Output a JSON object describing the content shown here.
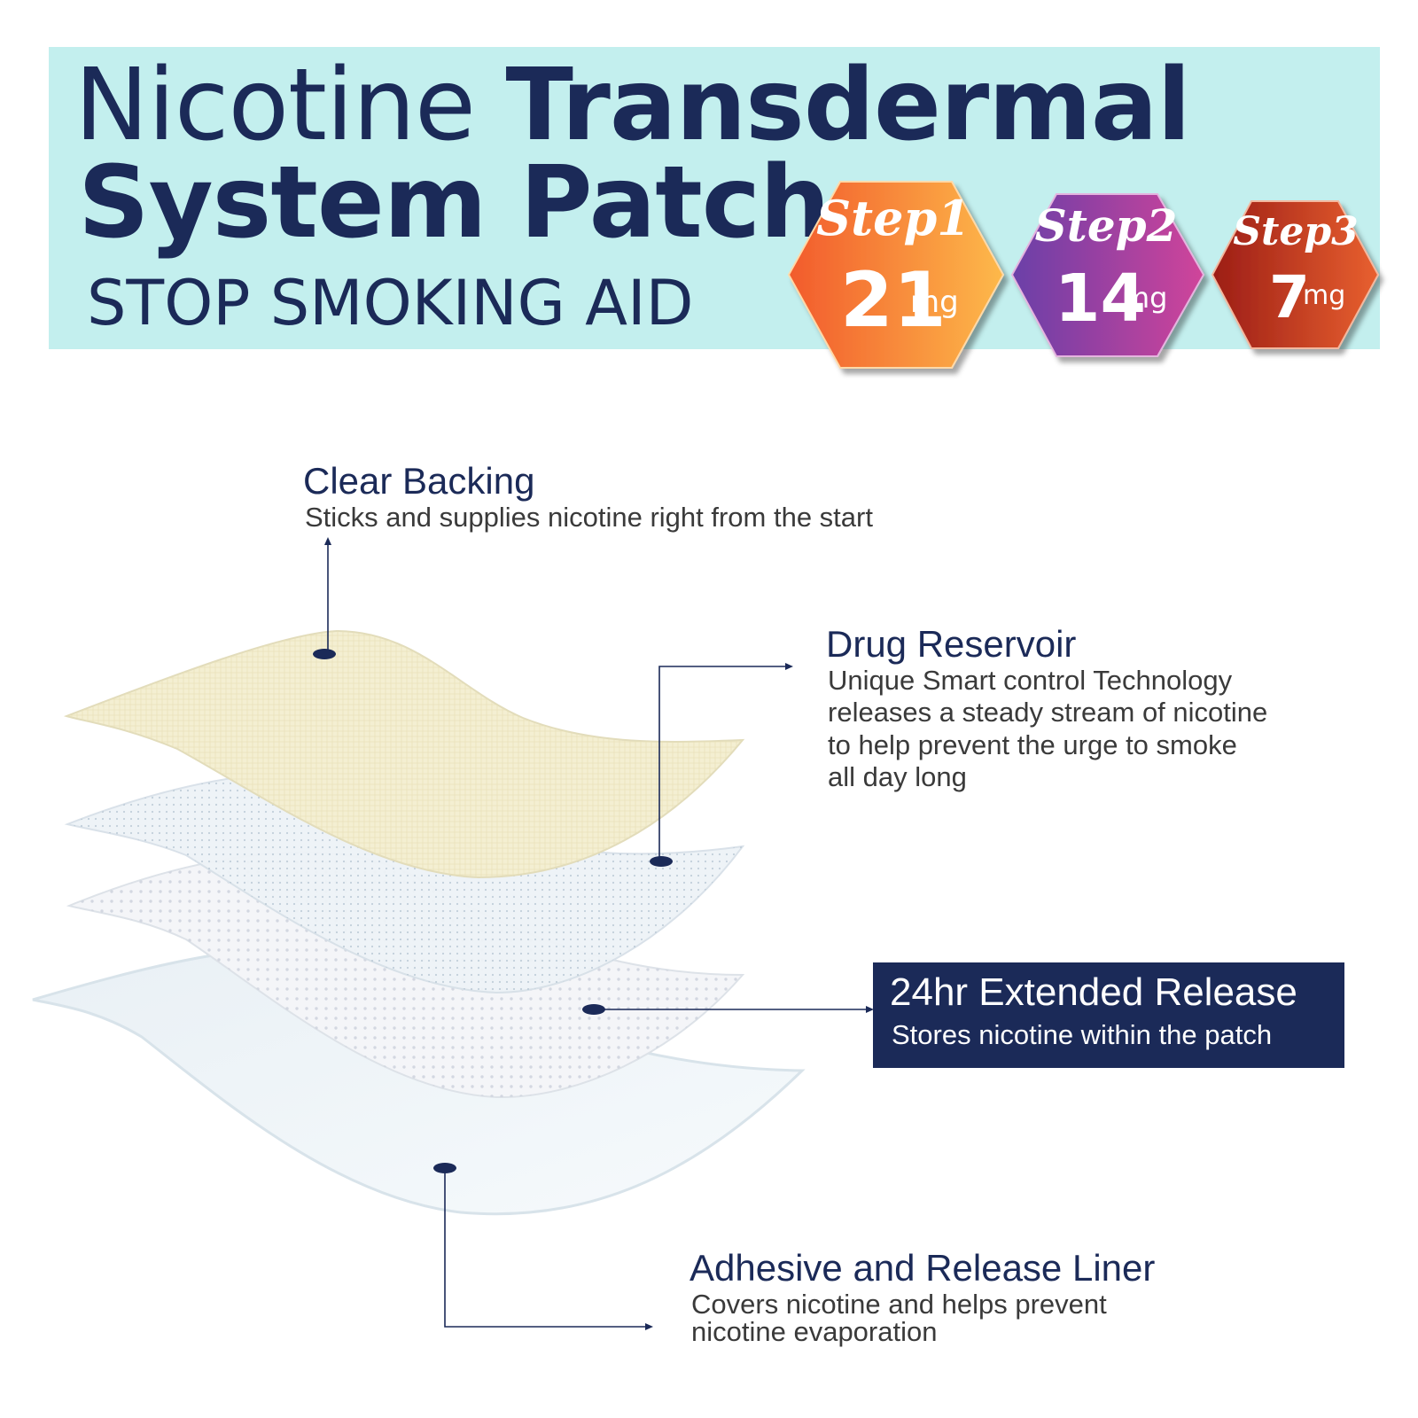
{
  "header": {
    "title_light": "Nicotine",
    "title_bold": "Transdermal",
    "title_line2": "System Patch",
    "subtitle": "STOP SMOKING AID",
    "background_color": "#c3efee",
    "text_color": "#1b2a58"
  },
  "steps": [
    {
      "label": "Step1",
      "dose": "21",
      "unit": "mg",
      "color_a": "#f25b2c",
      "color_b": "#fdb94a"
    },
    {
      "label": "Step2",
      "dose": "14",
      "unit": "mg",
      "color_a": "#6a3fa8",
      "color_b": "#d0449a"
    },
    {
      "label": "Step3",
      "dose": "7",
      "unit": "mg",
      "color_a": "#9c1d16",
      "color_b": "#e8602f"
    }
  ],
  "layers": {
    "clear_backing": {
      "title": "Clear Backing",
      "description": "Sticks and supplies nicotine right from the start",
      "color": "#f4efd2"
    },
    "drug_reservoir": {
      "title": "Drug Reservoir",
      "description_lines": [
        "Unique Smart control Technology",
        "releases a steady stream of nicotine",
        "to help prevent the urge to smoke",
        "all day long"
      ]
    },
    "extended_release": {
      "title": "24hr Extended Release",
      "description": "Stores nicotine within the patch",
      "box_color": "#1b2a58"
    },
    "adhesive_liner": {
      "title": "Adhesive and Release Liner",
      "description_lines": [
        "Covers nicotine and helps prevent",
        "nicotine evaporation"
      ]
    }
  }
}
